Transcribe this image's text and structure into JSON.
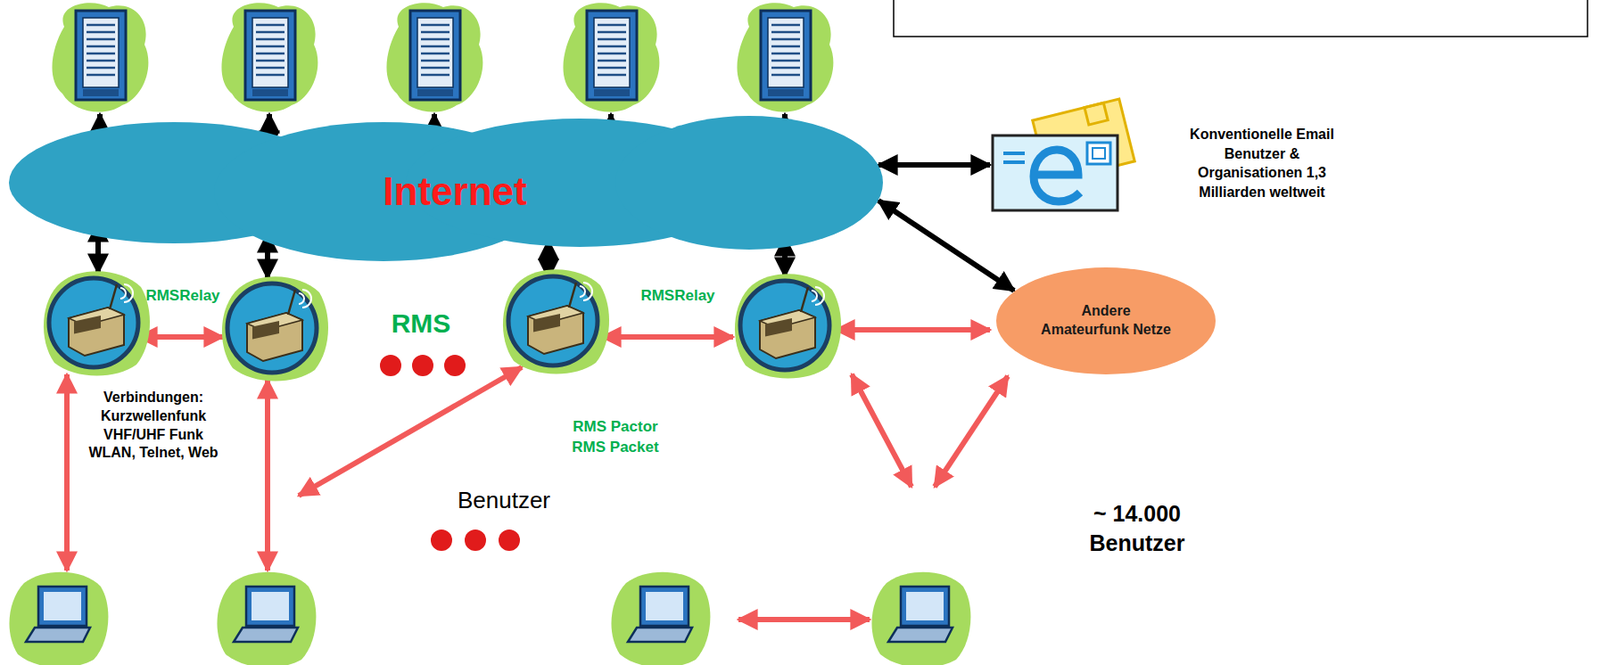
{
  "diagram": {
    "nodes": [
      {
        "text": [
          "Internet"
        ]
      },
      {
        "text": [
          "Konventionelle Email Benutzer & Organisationen 1,3 Milliarden weltweit"
        ]
      },
      {
        "text": [
          "Andere Amateurfunk Netze"
        ]
      }
    ],
    "edges": [
      {
        "from": 0,
        "to": 1,
        "arrow": "both"
      },
      {
        "from": 0,
        "to": 2,
        "arrow": "both"
      }
    ],
    "labels": [
      "RMSRelay",
      "RMS",
      "RMSRelay",
      "Verbindungen: Kurzwellenfunk VHF/UHF Funk WLAN, Telnet, Web",
      "RMS Pactor RMS Packet",
      "Benutzer",
      "~ 14.000 Benutzer"
    ]
  }
}
